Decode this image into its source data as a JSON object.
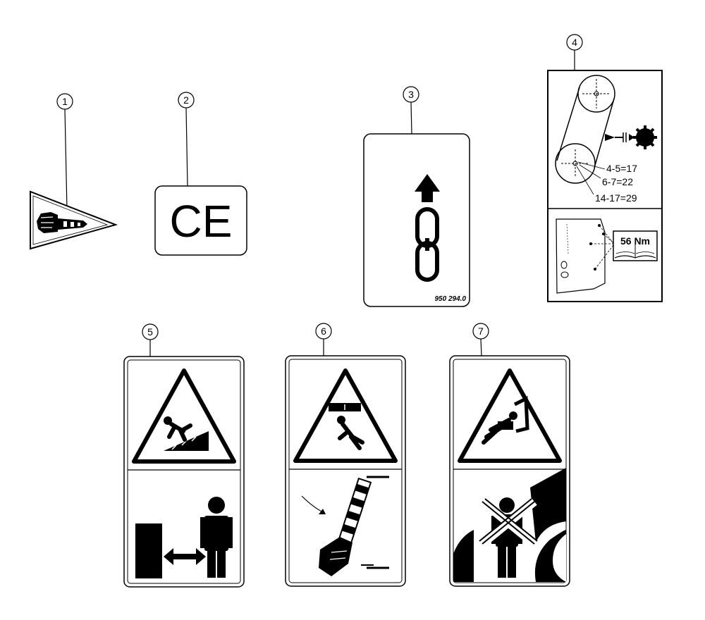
{
  "callouts": [
    "1",
    "2",
    "3",
    "4",
    "5",
    "6",
    "7"
  ],
  "labels": {
    "ce_mark": "CE",
    "part_number": "950 294.0",
    "speed_1": "4-5=17",
    "speed_2": "6-7=22",
    "speed_3": "14-17=29",
    "torque": "56 Nm"
  },
  "colors": {
    "ink": "#000000",
    "paper": "#ffffff"
  },
  "icons": [
    "protective-glove-icon",
    "lifting-point-icon",
    "belt-drive-icon",
    "book-icon",
    "slip-hazard-icon",
    "falling-load-icon",
    "crush-hazard-icon"
  ]
}
